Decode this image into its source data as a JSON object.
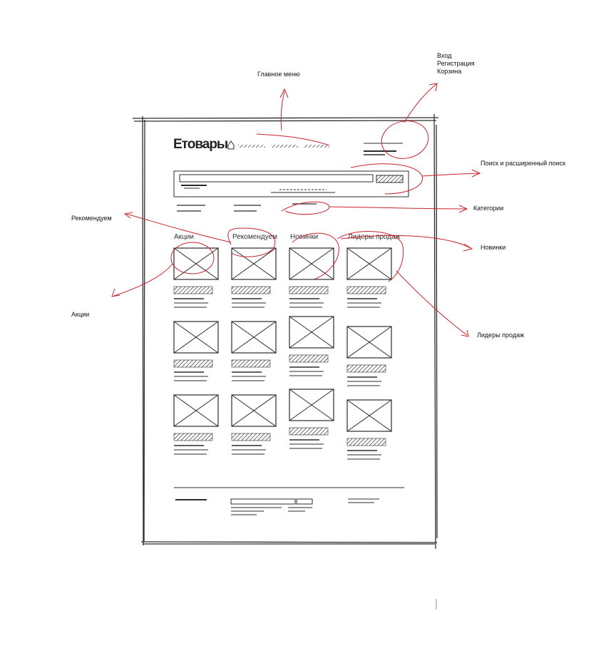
{
  "annotations": {
    "main_menu": "Главное меню",
    "login": "Вход",
    "register": "Регистрация",
    "cart": "Корзина",
    "search": "Поиск и расширенный поиск",
    "categories": "Категории",
    "recommended": "Рекомендуем",
    "new_items": "Новинки",
    "promo": "Акции",
    "best_sellers": "Лидеры продаж"
  },
  "wireframe": {
    "logo": "Етовары",
    "columns": [
      "Акции",
      "Рекомендуем",
      "Новинки",
      "Лидеры продаж"
    ]
  },
  "colors": {
    "annotation_line": "#c8242b",
    "sketch_line": "#2b2b2b"
  }
}
